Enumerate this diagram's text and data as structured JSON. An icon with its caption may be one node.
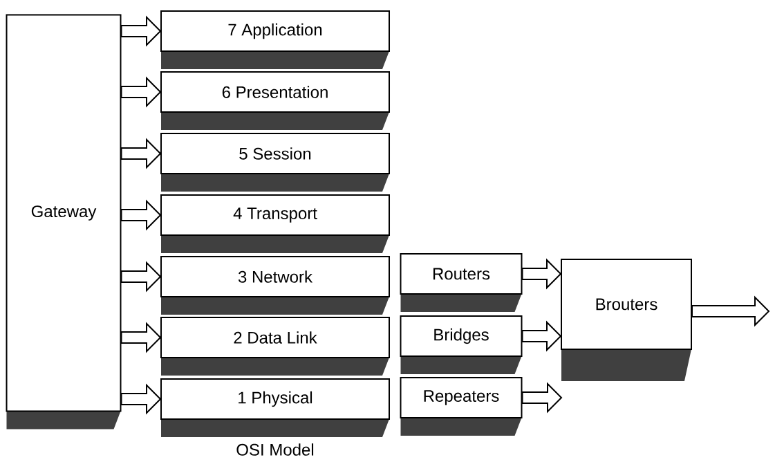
{
  "diagram": {
    "nodes": [
      {
        "text": [
          "Gateway"
        ]
      },
      {
        "text": [
          "7 Application"
        ]
      },
      {
        "text": [
          "6 Presentation"
        ]
      },
      {
        "text": [
          "5 Session"
        ]
      },
      {
        "text": [
          "4 Transport"
        ]
      },
      {
        "text": [
          "3 Network"
        ]
      },
      {
        "text": [
          "2 Data Link"
        ]
      },
      {
        "text": [
          "1 Physical"
        ]
      },
      {
        "text": [
          "Routers"
        ]
      },
      {
        "text": [
          "Bridges"
        ]
      },
      {
        "text": [
          "Repeaters"
        ]
      },
      {
        "text": [
          "Brouters"
        ]
      }
    ],
    "edges": [
      {
        "from": 0,
        "to": 1,
        "arrow": "to"
      },
      {
        "from": 0,
        "to": 2,
        "arrow": "to"
      },
      {
        "from": 0,
        "to": 3,
        "arrow": "to"
      },
      {
        "from": 0,
        "to": 4,
        "arrow": "to"
      },
      {
        "from": 0,
        "to": 5,
        "arrow": "to"
      },
      {
        "from": 0,
        "to": 6,
        "arrow": "to"
      },
      {
        "from": 0,
        "to": 7,
        "arrow": "to"
      },
      {
        "from": 8,
        "to": 11,
        "arrow": "to"
      },
      {
        "from": 9,
        "to": 11,
        "arrow": "to"
      },
      {
        "from": 10,
        "to": null,
        "arrow": "to"
      },
      {
        "from": 11,
        "to": null,
        "arrow": "to"
      }
    ],
    "labels": [
      "OSI Model"
    ]
  }
}
